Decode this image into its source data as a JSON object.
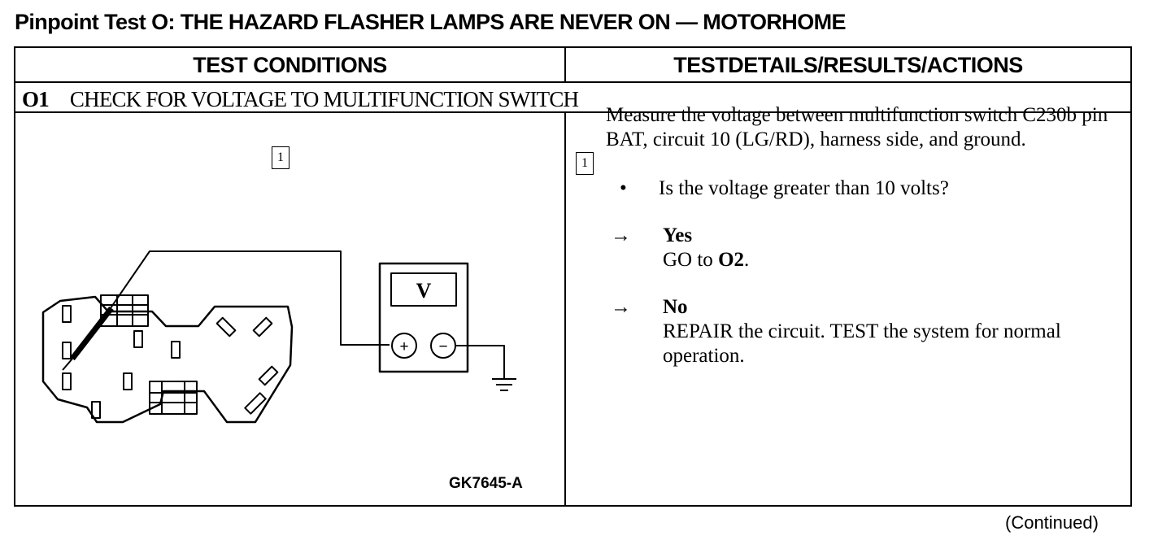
{
  "page": {
    "title": "Pinpoint Test O:  THE HAZARD FLASHER LAMPS ARE NEVER ON — MOTORHOME",
    "continued": "(Continued)"
  },
  "table": {
    "header_left": "TEST CONDITIONS",
    "header_right": "TESTDETAILS/RESULTS/ACTIONS",
    "step_id": "O1",
    "step_title": "CHECK FOR VOLTAGE TO MULTIFUNCTION SWITCH"
  },
  "figure": {
    "step_number": "1",
    "meter_label": "V",
    "plus_symbol": "+",
    "minus_symbol": "−",
    "figure_id": "GK7645-A"
  },
  "details": {
    "step_number": "1",
    "instruction": "Measure the voltage between multifunction switch C230b pin BAT, circuit 10 (LG/RD), harness side, and ground.",
    "bullet_symbol": "•",
    "question": "Is the voltage greater than 10 volts?",
    "arrow_symbol": "→",
    "yes_label": "Yes",
    "yes_action_prefix": "GO to ",
    "yes_action_target": "O2",
    "yes_action_suffix": ".",
    "no_label": "No",
    "no_action": "REPAIR the circuit. TEST the system for normal operation."
  }
}
